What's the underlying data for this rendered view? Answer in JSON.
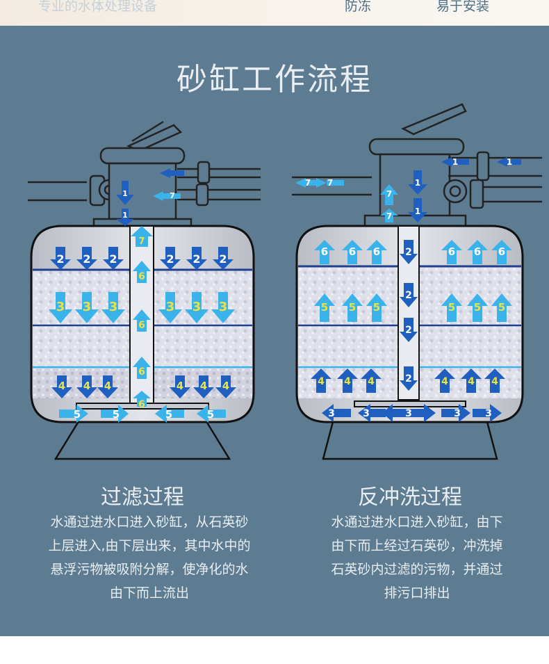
{
  "top_strip": {
    "partial_text": "专业的水体处理设备",
    "label_1": "防冻",
    "label_2": "易于安装"
  },
  "title": "砂缸工作流程",
  "left_process": {
    "title": "过滤过程",
    "description_lines": [
      "水通过进水口进入砂缸，从石英砂",
      "上层进入,由下层出来，其中水中的",
      "悬浮污物被吸附分解，使净化的水",
      "由下而上流出"
    ],
    "step_numbers": [
      "1",
      "2",
      "3",
      "4",
      "5",
      "6",
      "7"
    ]
  },
  "right_process": {
    "title": "反冲洗过程",
    "description_lines": [
      "水通过进水口进入砂缸，由下",
      "由下而上经过石英砂，冲洗掉",
      "石英砂内过滤的污物，并通过",
      "排污口排出"
    ],
    "step_numbers": [
      "1",
      "2",
      "3",
      "4",
      "5",
      "6",
      "7"
    ]
  },
  "colors": {
    "background": "#5d7c91",
    "arrow_dark": "#1f5fbf",
    "arrow_light": "#39b3ea",
    "number_yellow": "#e8e24a",
    "tank_fill": "#d6d8df"
  }
}
